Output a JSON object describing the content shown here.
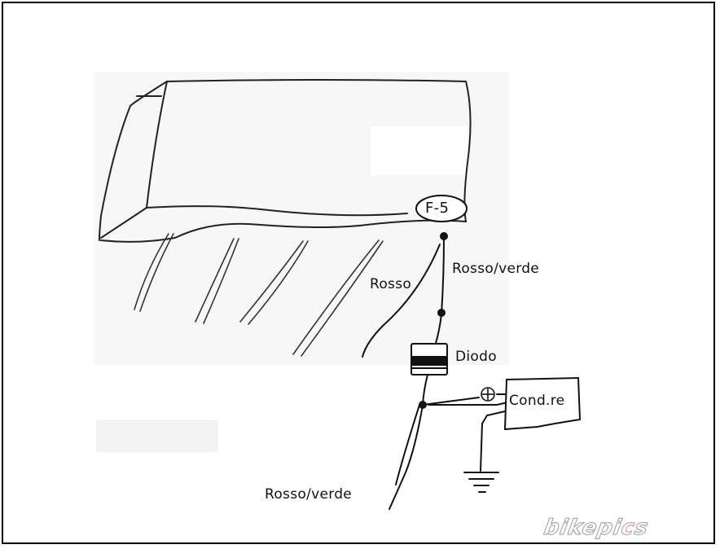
{
  "labels": {
    "fuse": "F-5",
    "wire_red_green_top": "Rosso/verde",
    "wire_red": "Rosso",
    "diode": "Diodo",
    "capacitor": "Cond.re",
    "wire_red_green_bottom": "Rosso/verde"
  },
  "watermark": {
    "prefix": "bikepi",
    "accent": "c",
    "suffix": "s"
  }
}
